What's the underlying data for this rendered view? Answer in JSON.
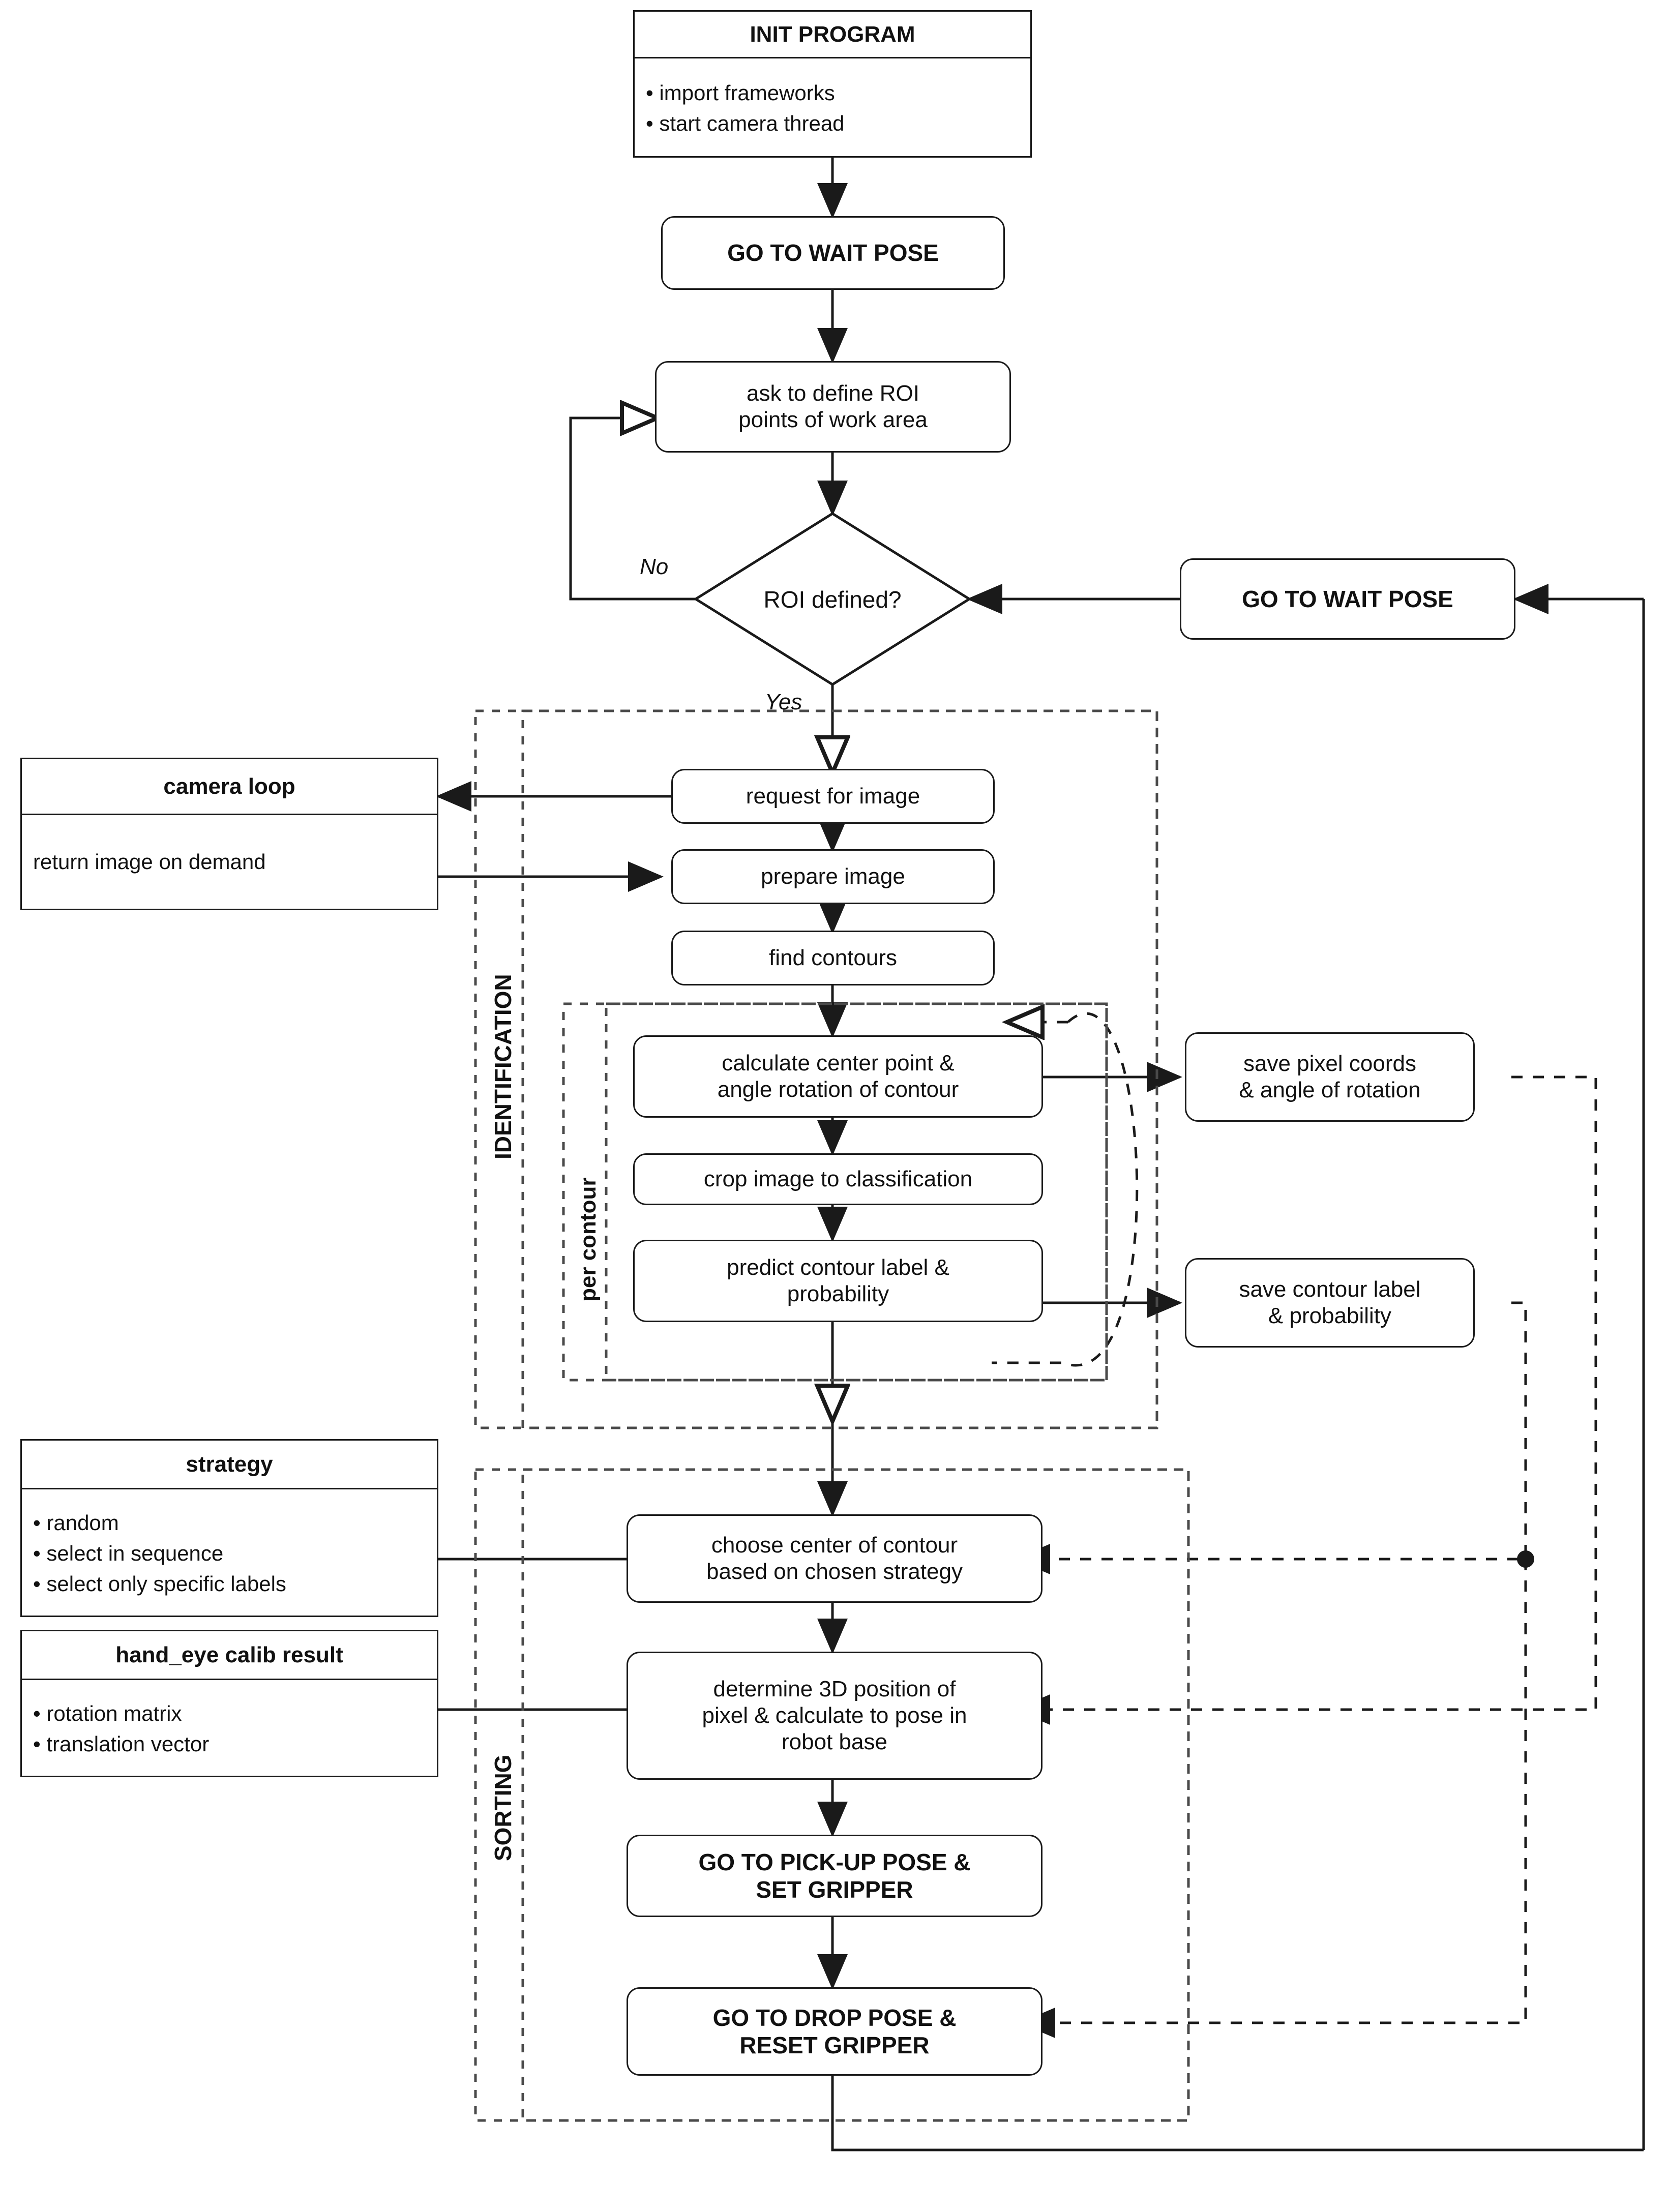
{
  "diagram": {
    "title": "Robot pick-and-place vision program flowchart",
    "colors": {
      "line": "#1a1a1a",
      "background": "#ffffff",
      "dashed_group": "#555555"
    }
  },
  "nodes": {
    "init_program": {
      "title": "INIT PROGRAM",
      "items": [
        "• import frameworks",
        "• start camera thread"
      ]
    },
    "go_to_wait_pose_top": {
      "label": "GO TO WAIT POSE"
    },
    "ask_roi": {
      "line1": "ask to define ROI",
      "line2": "points of work area"
    },
    "roi_decision": {
      "label": "ROI defined?",
      "yes": "Yes",
      "no": "No"
    },
    "go_to_wait_pose_right": {
      "label": "GO TO WAIT POSE"
    },
    "camera_loop": {
      "title": "camera loop",
      "items": [
        "return image on demand"
      ]
    },
    "request_for_image": {
      "label": "request for image"
    },
    "prepare_image": {
      "label": "prepare image"
    },
    "find_contours": {
      "label": "find contours"
    },
    "calc_center": {
      "line1": "calculate center point &",
      "line2": "angle rotation of contour"
    },
    "crop_image": {
      "label": "crop image to classification"
    },
    "predict_contour": {
      "line1": "predict contour label &",
      "line2": "probability"
    },
    "save_pixel_coords": {
      "line1": "save pixel coords",
      "line2": "& angle of rotation"
    },
    "save_contour_label": {
      "line1": "save contour label",
      "line2": "& probability"
    },
    "strategy": {
      "title": "strategy",
      "items": [
        "• random",
        "• select in sequence",
        "• select only specific labels"
      ]
    },
    "hand_eye": {
      "title": "hand_eye calib result",
      "items": [
        "• rotation matrix",
        "• translation vector"
      ]
    },
    "choose_center": {
      "line1": "choose center of contour",
      "line2": "based on chosen strategy"
    },
    "determine_3d": {
      "line1": "determine 3D position of",
      "line2": "pixel & calculate to pose in",
      "line3": "robot base"
    },
    "pickup_pose": {
      "line1": "GO TO PICK-UP POSE &",
      "line2": "SET GRIPPER"
    },
    "drop_pose": {
      "line1": "GO TO DROP POSE &",
      "line2": "RESET GRIPPER"
    }
  },
  "groups": {
    "identification": {
      "label": "IDENTIFICATION"
    },
    "per_contour": {
      "label": "per contour"
    },
    "sorting": {
      "label": "SORTING"
    }
  }
}
